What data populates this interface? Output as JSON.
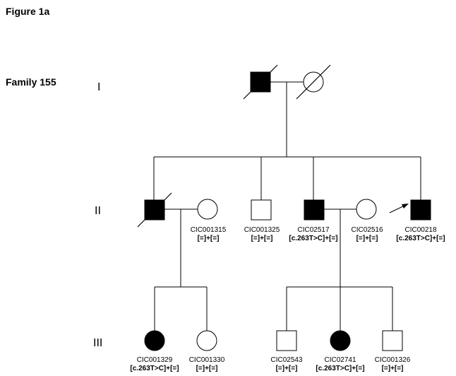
{
  "figure": {
    "title": "Figure 1a",
    "family_label": "Family 155"
  },
  "generations": [
    "I",
    "II",
    "III"
  ],
  "individuals": {
    "II_2": {
      "id": "CIC001315",
      "genotype": "[=]+[=]"
    },
    "II_3": {
      "id": "CIC001325",
      "genotype": "[=]+[=]"
    },
    "II_4": {
      "id": "CIC02517",
      "genotype": "[c.263T>C]+[=]"
    },
    "II_5": {
      "id": "CIC02516",
      "genotype": "[=]+[=]"
    },
    "II_6": {
      "id": "CIC00218",
      "genotype": "[c.263T>C]+[=]"
    },
    "III_1": {
      "id": "CIC001329",
      "genotype": "[c.263T>C]+[=]"
    },
    "III_2": {
      "id": "CIC001330",
      "genotype": "[=]+[=]"
    },
    "III_3": {
      "id": "CIC02543",
      "genotype": "[=]+[=]"
    },
    "III_4": {
      "id": "CIC02741",
      "genotype": "[c.263T>C]+[=]"
    },
    "III_5": {
      "id": "CIC001326",
      "genotype": "[=]+[=]"
    }
  },
  "symbols": {
    "I_1": {
      "sex": "male",
      "affected": true,
      "deceased": true
    },
    "I_2": {
      "sex": "female",
      "affected": false,
      "deceased": true
    },
    "II_1": {
      "sex": "male",
      "affected": true,
      "deceased": true
    },
    "II_2": {
      "sex": "female",
      "affected": false,
      "deceased": false
    },
    "II_3": {
      "sex": "male",
      "affected": false,
      "deceased": false
    },
    "II_4": {
      "sex": "male",
      "affected": true,
      "deceased": false
    },
    "II_5": {
      "sex": "female",
      "affected": false,
      "deceased": false
    },
    "II_6": {
      "sex": "male",
      "affected": true,
      "deceased": false,
      "proband": true
    },
    "III_1": {
      "sex": "female",
      "affected": true,
      "deceased": false
    },
    "III_2": {
      "sex": "female",
      "affected": false,
      "deceased": false
    },
    "III_3": {
      "sex": "male",
      "affected": false,
      "deceased": false
    },
    "III_4": {
      "sex": "female",
      "affected": true,
      "deceased": false
    },
    "III_5": {
      "sex": "male",
      "affected": false,
      "deceased": false
    }
  }
}
